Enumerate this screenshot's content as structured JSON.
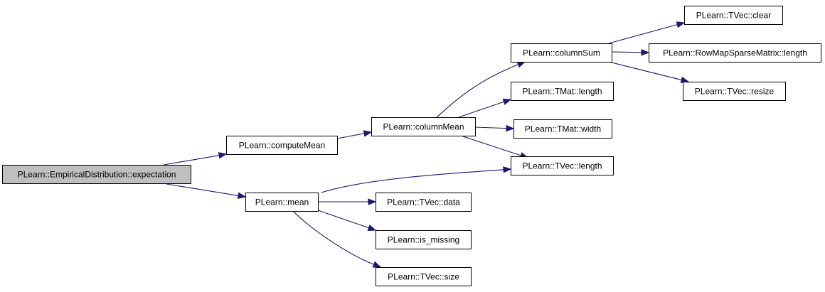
{
  "nodes": [
    {
      "id": "expectation",
      "label": "PLearn::EmpiricalDistribution::expectation",
      "root": true
    },
    {
      "id": "computeMean",
      "label": "PLearn::computeMean"
    },
    {
      "id": "mean",
      "label": "PLearn::mean"
    },
    {
      "id": "columnMean",
      "label": "PLearn::columnMean"
    },
    {
      "id": "columnSum",
      "label": "PLearn::columnSum"
    },
    {
      "id": "tmat_length",
      "label": "PLearn::TMat::length"
    },
    {
      "id": "tmat_width",
      "label": "PLearn::TMat::width"
    },
    {
      "id": "tvec_length",
      "label": "PLearn::TVec::length"
    },
    {
      "id": "tvec_data",
      "label": "PLearn::TVec::data"
    },
    {
      "id": "is_missing",
      "label": "PLearn::is_missing"
    },
    {
      "id": "tvec_size",
      "label": "PLearn::TVec::size"
    },
    {
      "id": "tvec_clear",
      "label": "PLearn::TVec::clear"
    },
    {
      "id": "rmsm_length",
      "label": "PLearn::RowMapSparseMatrix::length"
    },
    {
      "id": "tvec_resize",
      "label": "PLearn::TVec::resize"
    }
  ],
  "edges": [
    {
      "from": "expectation",
      "to": "computeMean"
    },
    {
      "from": "expectation",
      "to": "mean"
    },
    {
      "from": "computeMean",
      "to": "columnMean"
    },
    {
      "from": "columnMean",
      "to": "columnSum"
    },
    {
      "from": "columnMean",
      "to": "tmat_length"
    },
    {
      "from": "columnMean",
      "to": "tmat_width"
    },
    {
      "from": "columnMean",
      "to": "tvec_length"
    },
    {
      "from": "columnSum",
      "to": "tvec_clear"
    },
    {
      "from": "columnSum",
      "to": "rmsm_length"
    },
    {
      "from": "columnSum",
      "to": "tvec_resize"
    },
    {
      "from": "mean",
      "to": "tvec_length"
    },
    {
      "from": "mean",
      "to": "tvec_data"
    },
    {
      "from": "mean",
      "to": "is_missing"
    },
    {
      "from": "mean",
      "to": "tvec_size"
    }
  ],
  "colors": {
    "edge": "#191970",
    "root_fill": "#bfbfbf",
    "node_fill": "#ffffff",
    "border": "#000000"
  }
}
